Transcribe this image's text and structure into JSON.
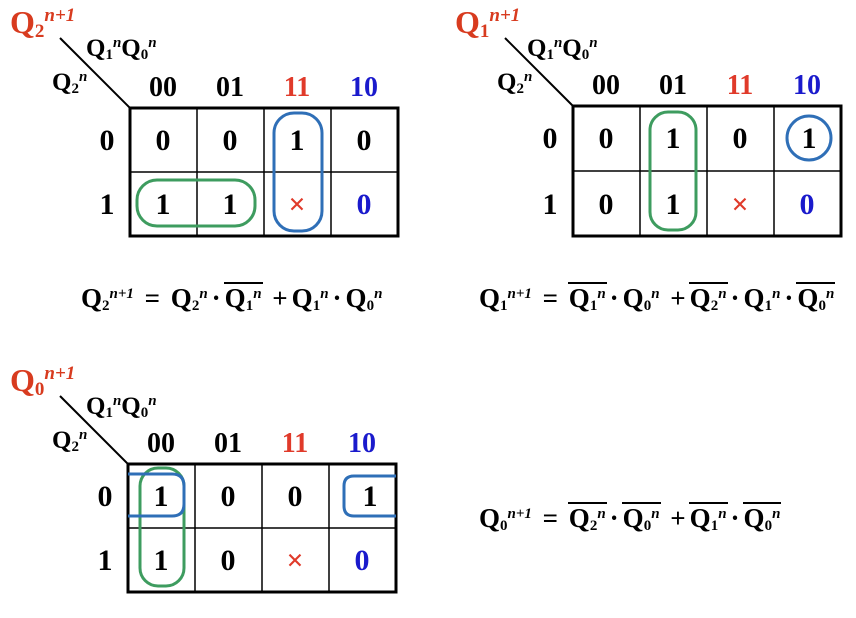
{
  "colors": {
    "zero_one": "#000000",
    "col11": "#e03a2a",
    "col10": "#1a1acc",
    "dontcare": "#e03a2a",
    "title": "#d83b1f",
    "group_blue": "#2f6fb7",
    "group_green": "#3e9c5f"
  },
  "icons": {
    "dont_care": "red-cross-icon"
  },
  "kmaps": [
    {
      "title": {
        "main": "Q",
        "sub": "2",
        "sup": "n+1"
      },
      "col_var": "Q1nQ0n",
      "row_var": "Q2n",
      "col_labels": [
        "00",
        "01",
        "11",
        "10"
      ],
      "row_labels": [
        "0",
        "1"
      ],
      "cells": [
        [
          "0",
          "0",
          "1",
          "0"
        ],
        [
          "1",
          "1",
          "×",
          "0"
        ]
      ]
    },
    {
      "title": {
        "main": "Q",
        "sub": "1",
        "sup": "n+1"
      },
      "col_var": "Q1nQ0n",
      "row_var": "Q2n",
      "col_labels": [
        "00",
        "01",
        "11",
        "10"
      ],
      "row_labels": [
        "0",
        "1"
      ],
      "cells": [
        [
          "0",
          "1",
          "0",
          "1"
        ],
        [
          "0",
          "1",
          "×",
          "0"
        ]
      ]
    },
    {
      "title": {
        "main": "Q",
        "sub": "0",
        "sup": "n+1"
      },
      "col_var": "Q1nQ0n",
      "row_var": "Q2n",
      "col_labels": [
        "00",
        "01",
        "11",
        "10"
      ],
      "row_labels": [
        "0",
        "1"
      ],
      "cells": [
        [
          "1",
          "0",
          "0",
          "1"
        ],
        [
          "1",
          "0",
          "×",
          "0"
        ]
      ]
    }
  ],
  "equations": [
    {
      "lhs": "Q2n+1 = Q2n · ~Q1n + Q1n · Q0n"
    },
    {
      "lhs": "Q1n+1 = ~Q1n · Q0n + ~Q2n · Q1n · ~Q0n"
    },
    {
      "lhs": "Q0n+1 = ~Q2n · ~Q0n + ~Q1n · ~Q0n"
    }
  ],
  "glyphs": {
    "q": "Q",
    "n": "n",
    "one": "1",
    "two": "2",
    "zero": "0",
    "equals": "=",
    "plus": "+",
    "dot": "·"
  }
}
